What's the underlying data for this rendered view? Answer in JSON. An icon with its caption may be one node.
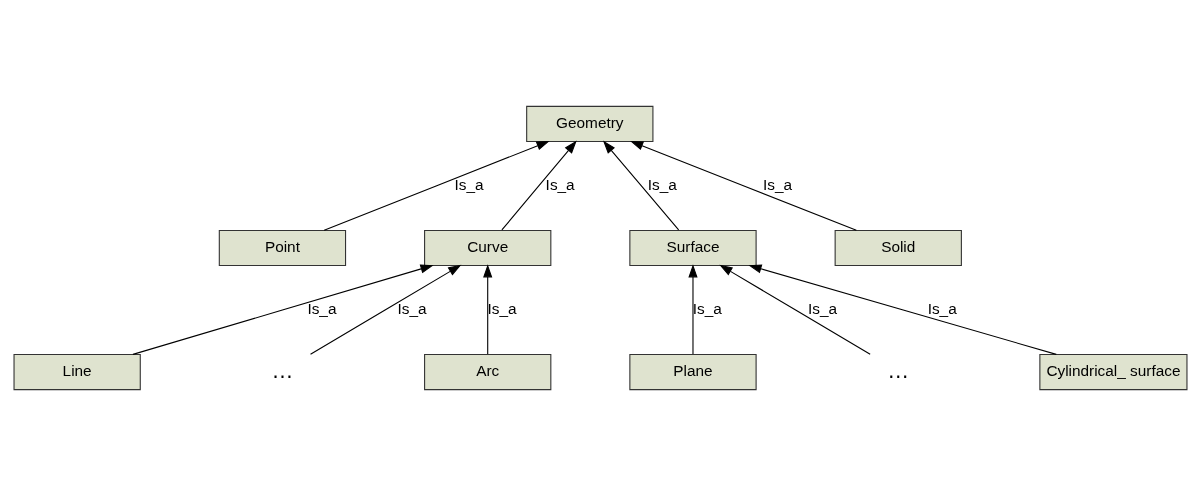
{
  "diagram": {
    "nodes": [
      {
        "text": [
          "Geometry"
        ]
      },
      {
        "text": [
          "Point"
        ]
      },
      {
        "text": [
          "Curve"
        ]
      },
      {
        "text": [
          "Surface"
        ]
      },
      {
        "text": [
          "Solid"
        ]
      },
      {
        "text": [
          "Line"
        ]
      },
      {
        "text": [
          "…"
        ]
      },
      {
        "text": [
          "Arc"
        ]
      },
      {
        "text": [
          "Plane"
        ]
      },
      {
        "text": [
          "…"
        ]
      },
      {
        "text": [
          "Cylindrical_ surface"
        ]
      }
    ],
    "edges": [
      {
        "from": 1,
        "to": 0,
        "arrow": "to",
        "label": "Is_a"
      },
      {
        "from": 2,
        "to": 0,
        "arrow": "to",
        "label": "Is_a"
      },
      {
        "from": 3,
        "to": 0,
        "arrow": "to",
        "label": "Is_a"
      },
      {
        "from": 4,
        "to": 0,
        "arrow": "to",
        "label": "Is_a"
      },
      {
        "from": 5,
        "to": 2,
        "arrow": "to",
        "label": "Is_a"
      },
      {
        "from": 6,
        "to": 2,
        "arrow": "to",
        "label": "Is_a"
      },
      {
        "from": 7,
        "to": 2,
        "arrow": "to",
        "label": "Is_a"
      },
      {
        "from": 8,
        "to": 3,
        "arrow": "to",
        "label": "Is_a"
      },
      {
        "from": 9,
        "to": 3,
        "arrow": "to",
        "label": "Is_a"
      },
      {
        "from": 10,
        "to": 3,
        "arrow": "to",
        "label": "Is_a"
      }
    ]
  }
}
